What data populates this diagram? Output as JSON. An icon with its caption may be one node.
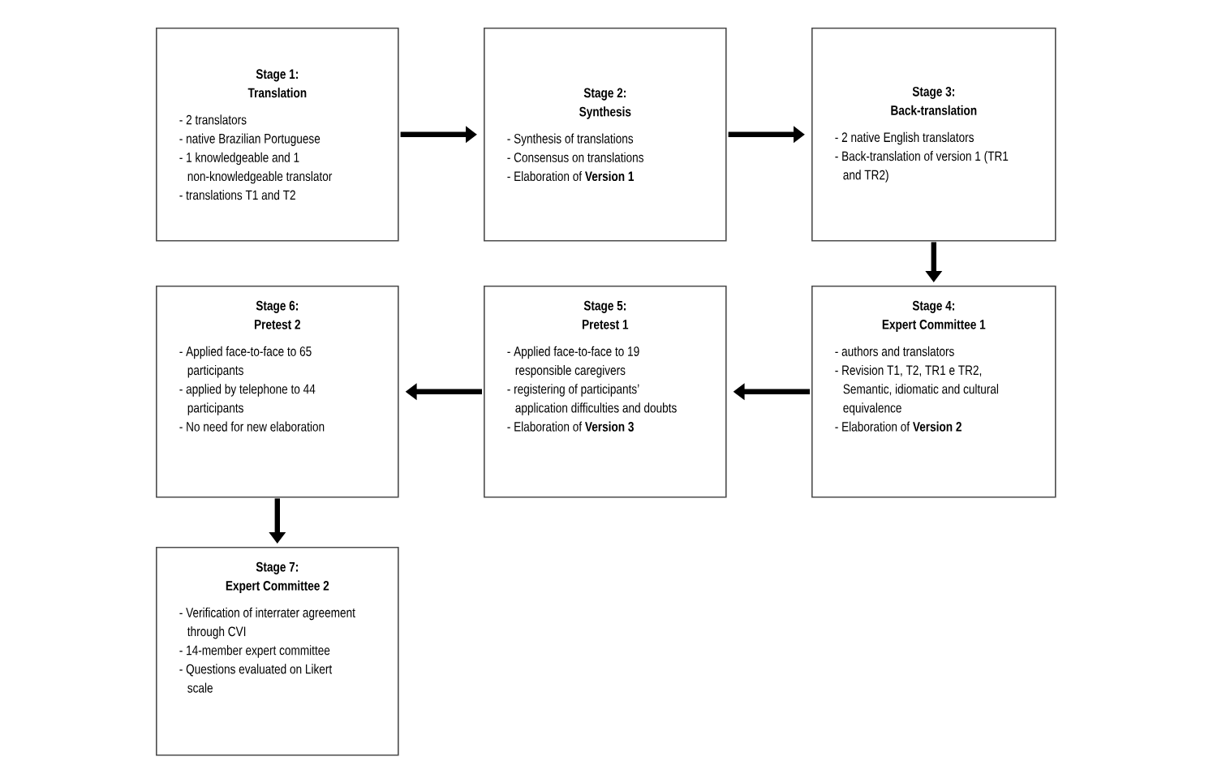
{
  "diagram": {
    "nodes": [
      {
        "text": [
          "Stage 1: Translation",
          "- 2 translators",
          "- native Brazilian Portuguese",
          "- 1 knowledgeable and 1 non-knowledgeable translator",
          "- translations T1 and T2"
        ]
      },
      {
        "text": [
          "Stage 2: Synthesis",
          "- Synthesis of translations",
          "- Consensus on translations",
          "- Elaboration of **Version 1**"
        ]
      },
      {
        "text": [
          "Stage 3: Back-translation",
          "- 2 native English translators",
          "- Back-translation of version 1 (TR1 and TR2)"
        ]
      },
      {
        "text": [
          "Stage 4: Expert Committee 1",
          "- authors and translators",
          "- Revision T1, T2, TR1 e TR2, Semantic, idiomatic and cultural equivalence",
          "- Elaboration of **Version 2**"
        ]
      },
      {
        "text": [
          "Stage 5: Pretest 1",
          "- Applied face-to-face to 19 responsible caregivers",
          "- registering of participants’ application difficulties and doubts",
          "- Elaboration of **Version 3**"
        ]
      },
      {
        "text": [
          "Stage 6: Pretest 2",
          "- Applied face-to-face to 65 participants",
          "- applied by telephone to 44 participants",
          "- No need for new elaboration"
        ]
      },
      {
        "text": [
          "Stage 7: Expert Committee 2",
          "- Verification of interrater agreement through CVI",
          "- 14-member expert committee",
          "- Questions evaluated on Likert scale"
        ]
      }
    ],
    "edges": [
      {
        "from": 0,
        "to": 1,
        "arrow": "to"
      },
      {
        "from": 1,
        "to": 2,
        "arrow": "to"
      },
      {
        "from": 2,
        "to": 3,
        "arrow": "to"
      },
      {
        "from": 3,
        "to": 4,
        "arrow": "to"
      },
      {
        "from": 4,
        "to": 5,
        "arrow": "to"
      },
      {
        "from": 5,
        "to": 6,
        "arrow": "to"
      }
    ]
  }
}
